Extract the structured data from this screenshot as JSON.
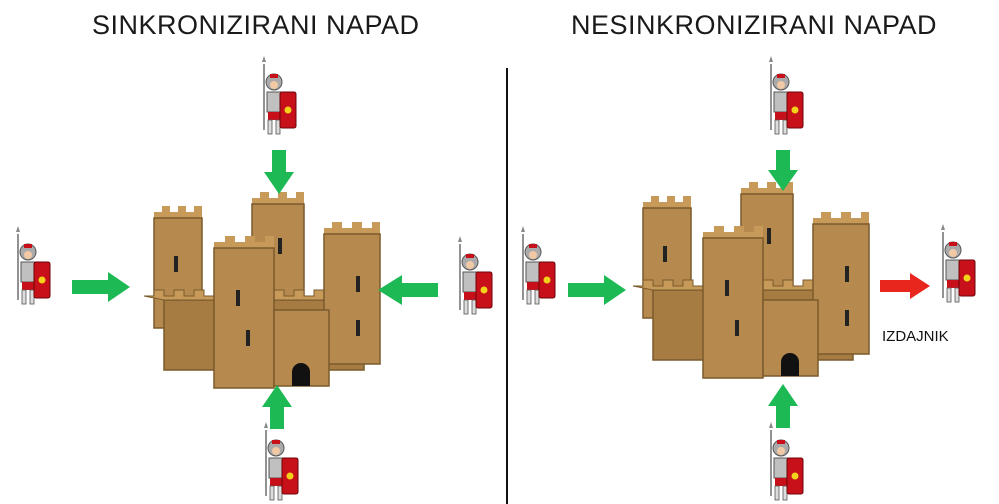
{
  "panels": [
    {
      "title": "SINKRONIZIRANI NAPAD"
    },
    {
      "title": "NESINKRONIZIRANI NAPAD",
      "traitor_label": "IZDAJNIK"
    }
  ],
  "colors": {
    "ally_arrow": "#1db954",
    "traitor_arrow": "#e8261e",
    "castle": "#b68a4e",
    "shield": "#c8101a"
  }
}
